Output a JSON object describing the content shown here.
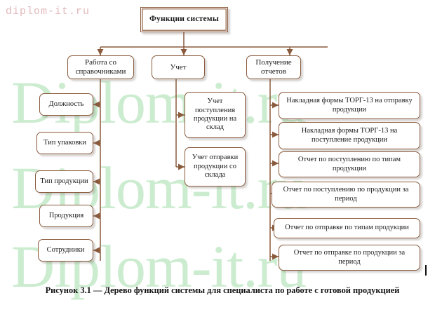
{
  "watermarks": {
    "top_badge": "diplom-it.ru",
    "background_text": "Diplom-it.ru"
  },
  "diagram": {
    "type": "tree",
    "title": "Дерево функций системы",
    "root": {
      "label": "Функции системы"
    },
    "branches": [
      {
        "id": "spravochniki",
        "label": "Работа со справочниками"
      },
      {
        "id": "uchet",
        "label": "Учет"
      },
      {
        "id": "otchety",
        "label": "Получение отчетов"
      }
    ],
    "leaves_left": [
      {
        "label": "Должность"
      },
      {
        "label": "Тип упаковки"
      },
      {
        "label": "Тип продукции"
      },
      {
        "label": "Продукция"
      },
      {
        "label": "Сотрудники"
      }
    ],
    "leaves_middle": [
      {
        "label": "Учет поступления продукции на склад"
      },
      {
        "label": "Учет отправки продукции со склада"
      }
    ],
    "leaves_right": [
      {
        "label": "Накладная  формы ТОРГ-13 на отправку продукции"
      },
      {
        "label": "Накладная  формы ТОРГ-13 на поступление продукции"
      },
      {
        "label": "Отчет по поступлению по типам продукции"
      },
      {
        "label": "Отчет по поступлению по продукции за период"
      },
      {
        "label": "Отчет по отправке  по типам продукции"
      },
      {
        "label": "Отчет по отправке  по продукции за период"
      }
    ]
  },
  "caption": {
    "text": "Рисунок 3.1 — Дерево функций системы для специалиста по работе с готовой продукцией"
  },
  "colors": {
    "border": "#8a5a3c",
    "connector": "#8a5a3c",
    "watermark_green": "#ccecd0",
    "watermark_pink": "#e3b9bc",
    "text": "#1a1a1a",
    "background": "#ffffff"
  }
}
